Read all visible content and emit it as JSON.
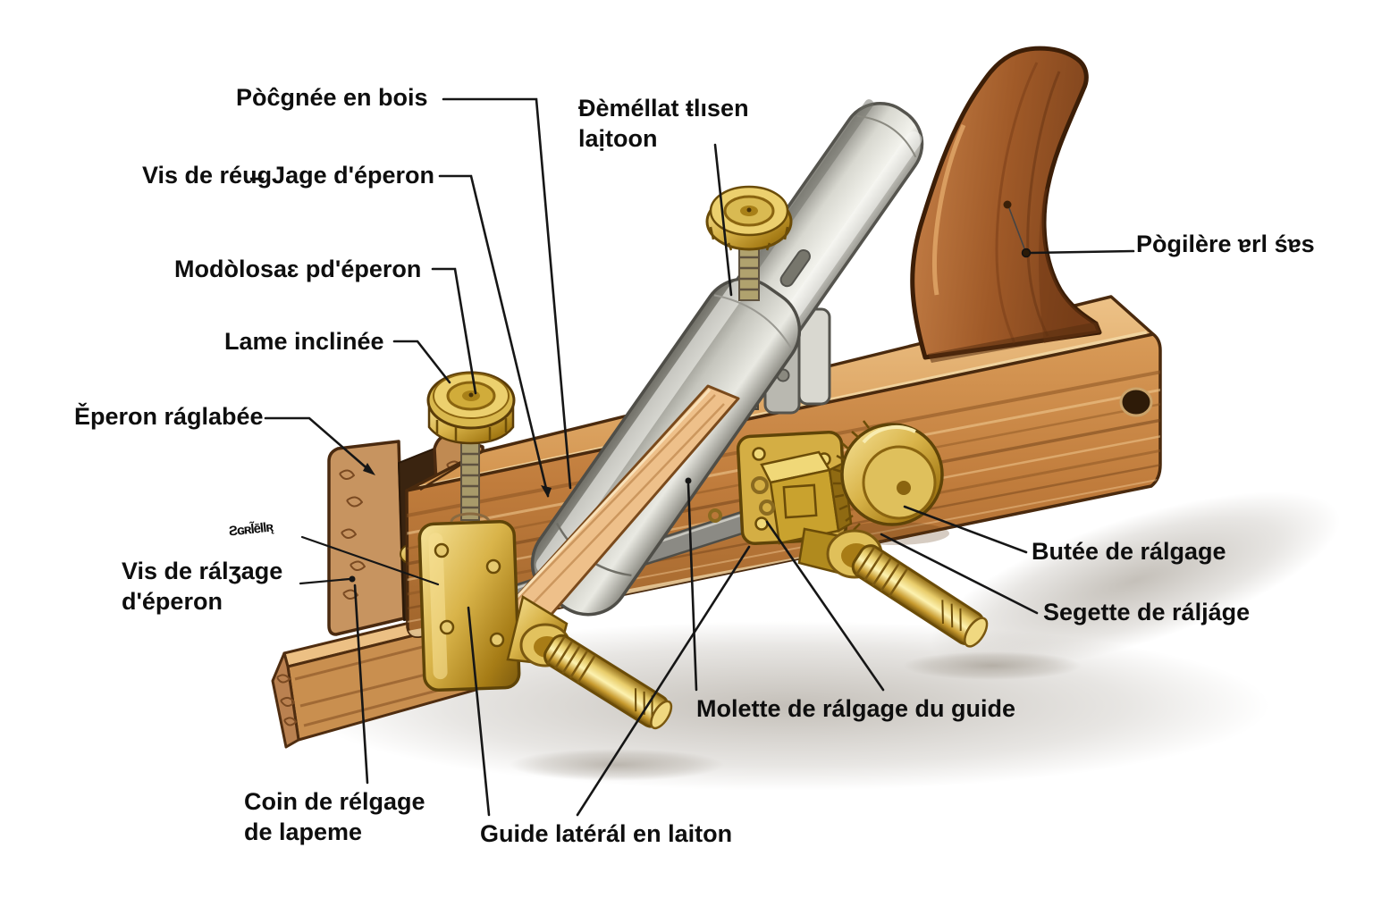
{
  "figure": {
    "type": "annotated-illustration",
    "subject": "wooden plough plane with brass fittings, French callout labels",
    "background": "#ffffff",
    "colors": {
      "wood_light": "#e8bd7e",
      "wood_mid": "#c07c3c",
      "wood_dark": "#8a5a28",
      "handle_wood": "#a05a28",
      "brass": "#c9a232",
      "brass_highlight": "#f2d878",
      "steel": "#b9b8b0",
      "leader_line": "#161616",
      "label_text": "#0e0e0e"
    },
    "labels": {
      "poignee": "Pòĉgnée en bois",
      "vis_eperon_haut": "Vis de réu̶gJage d'éperon",
      "demellat_l1": "Ðèméllat ŧlısen",
      "demellat_l2": "laịtoon",
      "modolosae": "Modòlosaɛ pd'éperon",
      "lame_inclinee": "Lame inclinée",
      "eperon_reglable": "Ěperon ráglabée",
      "serelli": "Ƨɢʀl̃ēllʀ̨",
      "vis_eperon_bas_l1": "Vis de rálʒage",
      "vis_eperon_bas_l2": "d'éperon",
      "coin_l1": "Coin de rélgage",
      "coin_l2": "de lapeme",
      "guide_lateral": "Guide latérál en laiton",
      "molette": "Molette de rálgage du guide",
      "butee": "Butée de rálgage",
      "segette": "Segette de ráljáge",
      "pogilere": "Pògilère ɐrl śɐs"
    }
  }
}
